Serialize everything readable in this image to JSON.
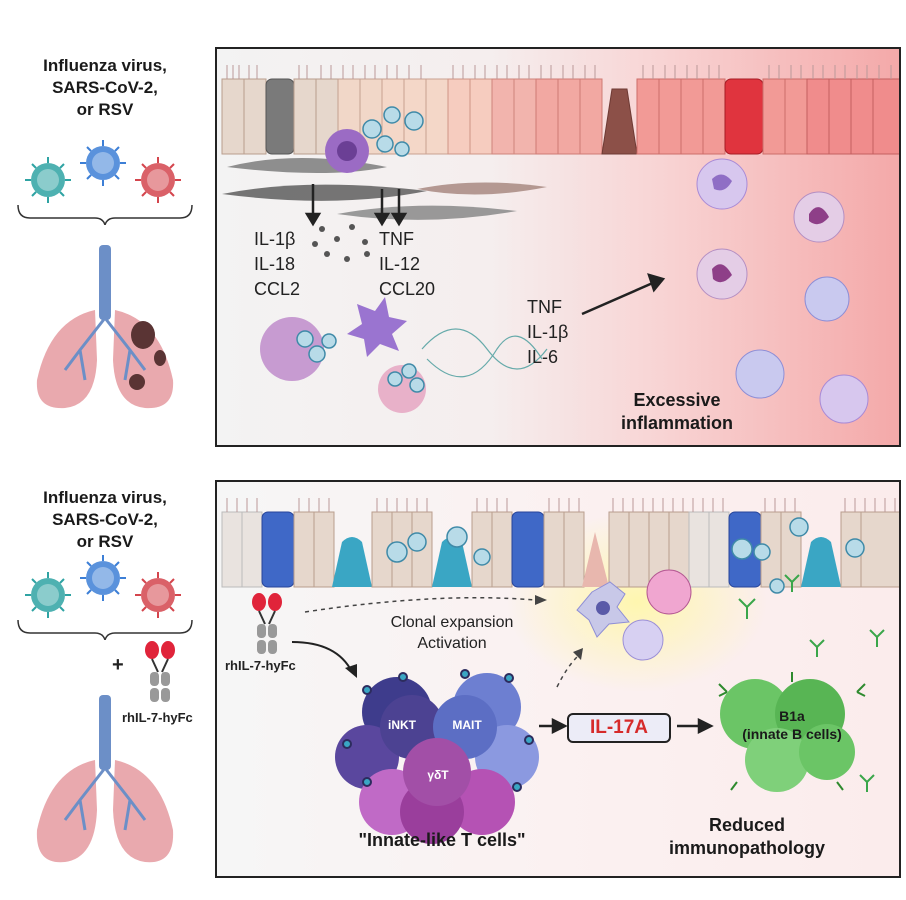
{
  "top_row": {
    "virus_label": [
      "Influenza virus,",
      "SARS-CoV-2,",
      "or RSV"
    ],
    "cytokines_left": [
      "IL-1β",
      "IL-18",
      "CCL2"
    ],
    "cytokines_mid": [
      "TNF",
      "IL-12",
      "CCL20"
    ],
    "cytokines_right": [
      "TNF",
      "IL-1β",
      "IL-6"
    ],
    "outcome": [
      "Excessive",
      "inflammation"
    ]
  },
  "bottom_row": {
    "virus_label": [
      "Influenza virus,",
      "SARS-CoV-2,",
      "or RSV"
    ],
    "plus_sign": "+",
    "drug_label_left": "rhIL-7-hyFc",
    "drug_label_panel": "rhIL-7-hyFc",
    "process": [
      "Clonal expansion",
      "Activation"
    ],
    "cell_types": [
      "iNKT",
      "MAIT",
      "γδT"
    ],
    "cytokine_box": "IL-17A",
    "b_cell_label": [
      "B1a",
      "(innate B cells)"
    ],
    "innate_t_label": "\"Innate-like T cells\"",
    "outcome": [
      "Reduced",
      "immunopathology"
    ]
  },
  "colors": {
    "virus_teal": "#2fa3a3",
    "virus_blue": "#3d7fd6",
    "virus_red": "#d4454d",
    "inflamed_red": "#f3a4a4",
    "il17_red": "#d62a2a",
    "b_cell_green": "#5fbf5a"
  }
}
